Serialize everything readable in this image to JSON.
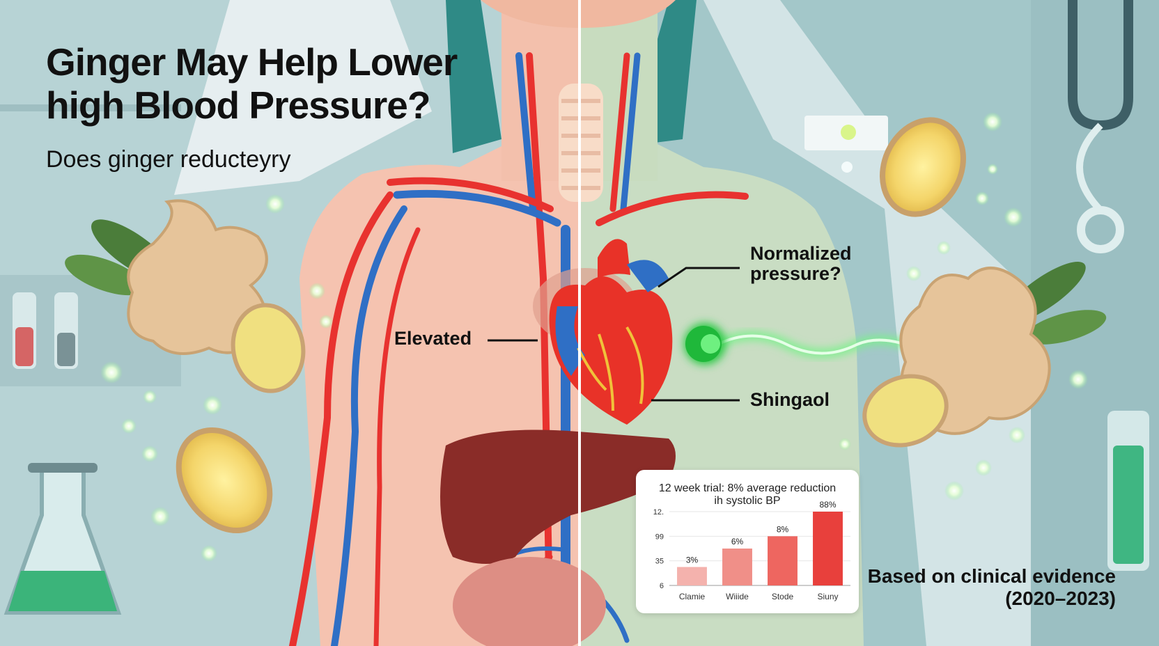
{
  "title": "Ginger May Help Lower high Blood Pressure?",
  "subtitle": "Does ginger reducteyry",
  "labels": {
    "elevated": "Elevated",
    "normalized_line1": "Normalized",
    "normalized_line2": "pressure?",
    "shingaol": "Shingaol"
  },
  "footnote": {
    "line1": "Based on clinical evidence",
    "line2": "(2020–2023)"
  },
  "chart_data": {
    "type": "bar",
    "title_line1": "12 week trial: 8% average reduction",
    "title_line2": "ih systolic BP",
    "categories": [
      "Clamie",
      "Wiiide",
      "Stode",
      "Siuny"
    ],
    "values": [
      3,
      6,
      8,
      12
    ],
    "data_labels": [
      "3%",
      "6%",
      "8%",
      "88%"
    ],
    "y_ticks": [
      "6",
      "35",
      "99",
      "12."
    ],
    "ylim": [
      0,
      12
    ],
    "colors": [
      "#f4b2ad",
      "#f08f88",
      "#ee6660",
      "#e8403c"
    ]
  },
  "colors": {
    "background_left": "#b9d6d8",
    "skin_left": "#f6c3b0",
    "skin_right": "#cfe0c6",
    "artery": "#e8322f",
    "vein": "#2f6fc5",
    "liver": "#8a2c28",
    "ginger": "#e6c49a",
    "glow_green": "#40e050"
  }
}
